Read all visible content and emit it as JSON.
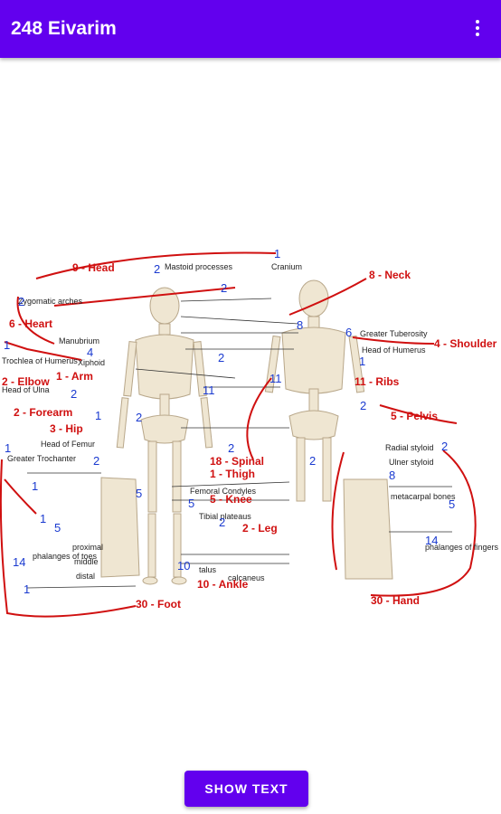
{
  "app_bar": {
    "title": "248 Eivarim",
    "menu_icon": "more-vert-icon"
  },
  "colors": {
    "primary": "#6200ee",
    "annotation_red": "#d01010",
    "annotation_blue": "#1a3ad0"
  },
  "figure": {
    "red_labels": [
      "9 - Head",
      "8 - Neck",
      "6 - Heart",
      "4 - Shoulder",
      "1 - Arm",
      "2 - Elbow",
      "11 - Ribs",
      "2 - Forearm",
      "3 - Hip",
      "5 - Pelvis",
      "18 - Spinal",
      "1 - Thigh",
      "5 - Knee",
      "2 - Leg",
      "10 - Ankle",
      "30 - Foot",
      "30 - Hand"
    ],
    "labels": [
      "Mastoid processes",
      "Cranium",
      "Zygomatic arches",
      "Manubrium",
      "Trochlea of Humerus",
      "Xiphoid",
      "Head of Ulna",
      "Head of Humerus",
      "Greater Tuberosity",
      "Head of Femur",
      "Greater Trochanter",
      "Radial styloid",
      "Ulner styloid",
      "Femoral Condyles",
      "Tibial plateaus",
      "talus",
      "calcaneus",
      "phalanges of toes",
      "proximal",
      "middle",
      "distal",
      "metacarpal bones",
      "phalanges of fingers"
    ]
  },
  "button": {
    "label": "SHOW TEXT"
  }
}
